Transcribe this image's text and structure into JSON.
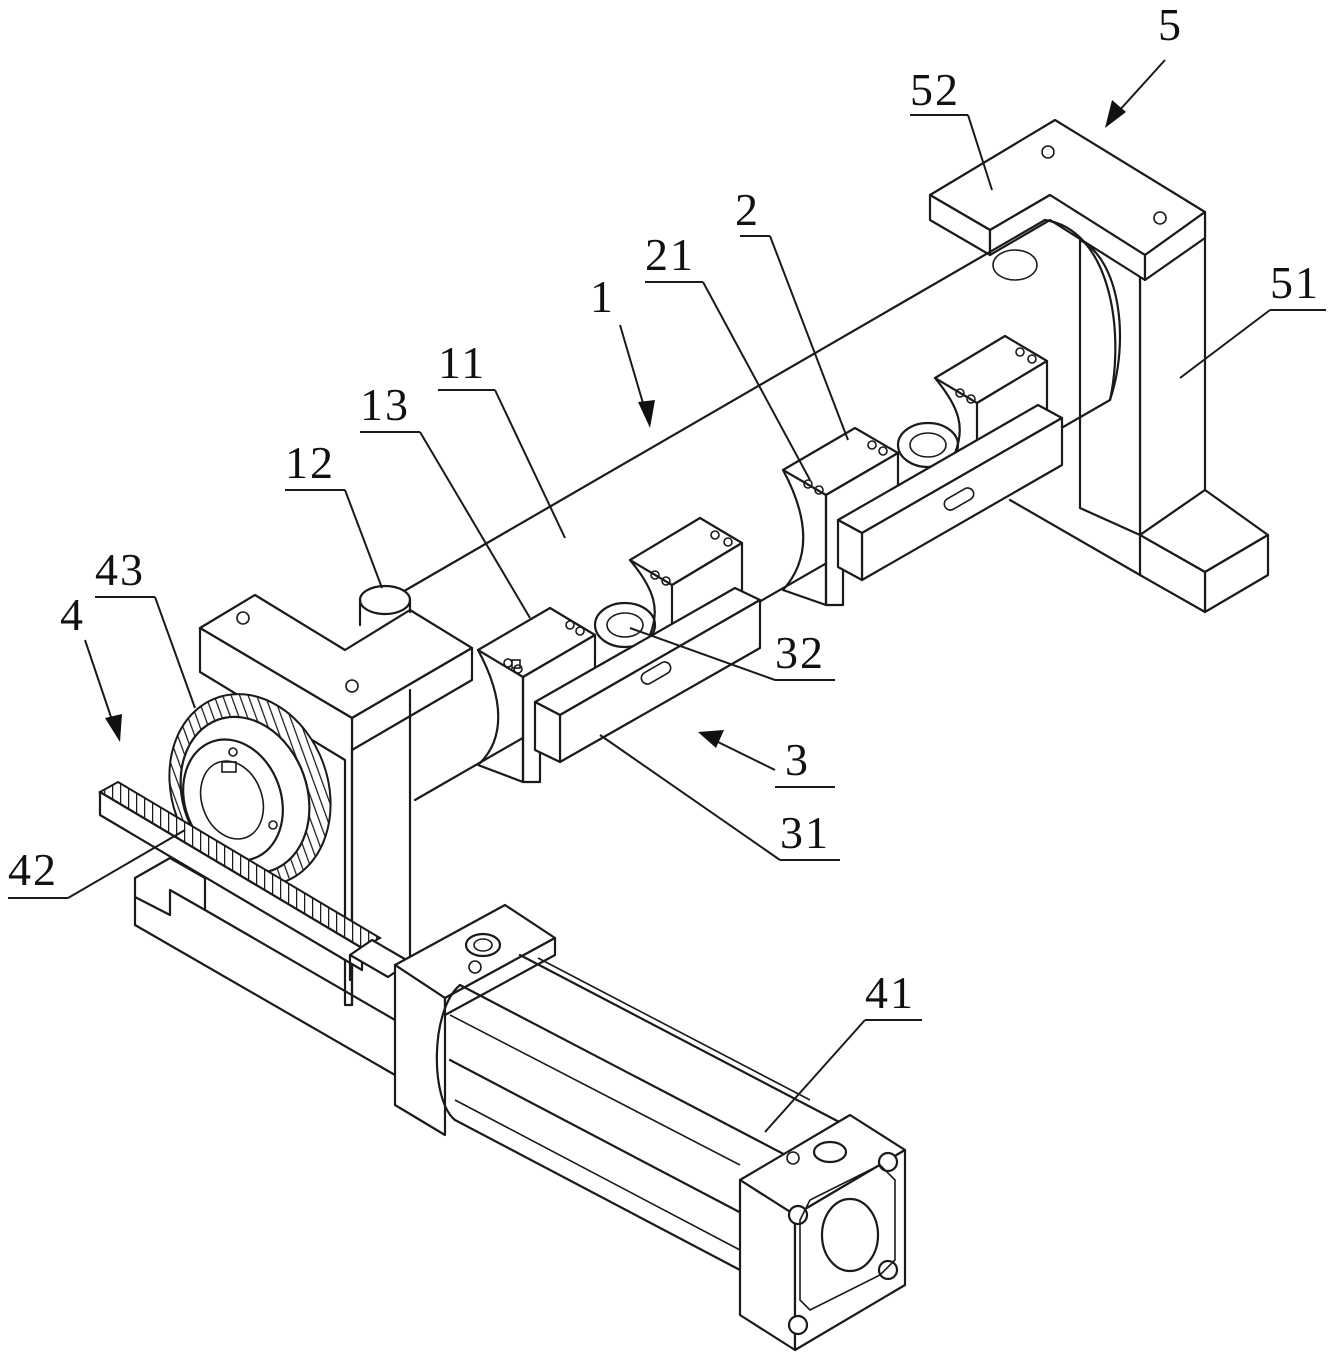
{
  "labels": {
    "l1": "1",
    "l11": "11",
    "l12": "12",
    "l13": "13",
    "l2": "2",
    "l21": "21",
    "l3": "3",
    "l31": "31",
    "l32": "32",
    "l4": "4",
    "l41": "41",
    "l42": "42",
    "l43": "43",
    "l5": "5",
    "l51": "51",
    "l52": "52"
  },
  "colors": {
    "stroke": "#1a1a1a",
    "background": "#ffffff"
  }
}
